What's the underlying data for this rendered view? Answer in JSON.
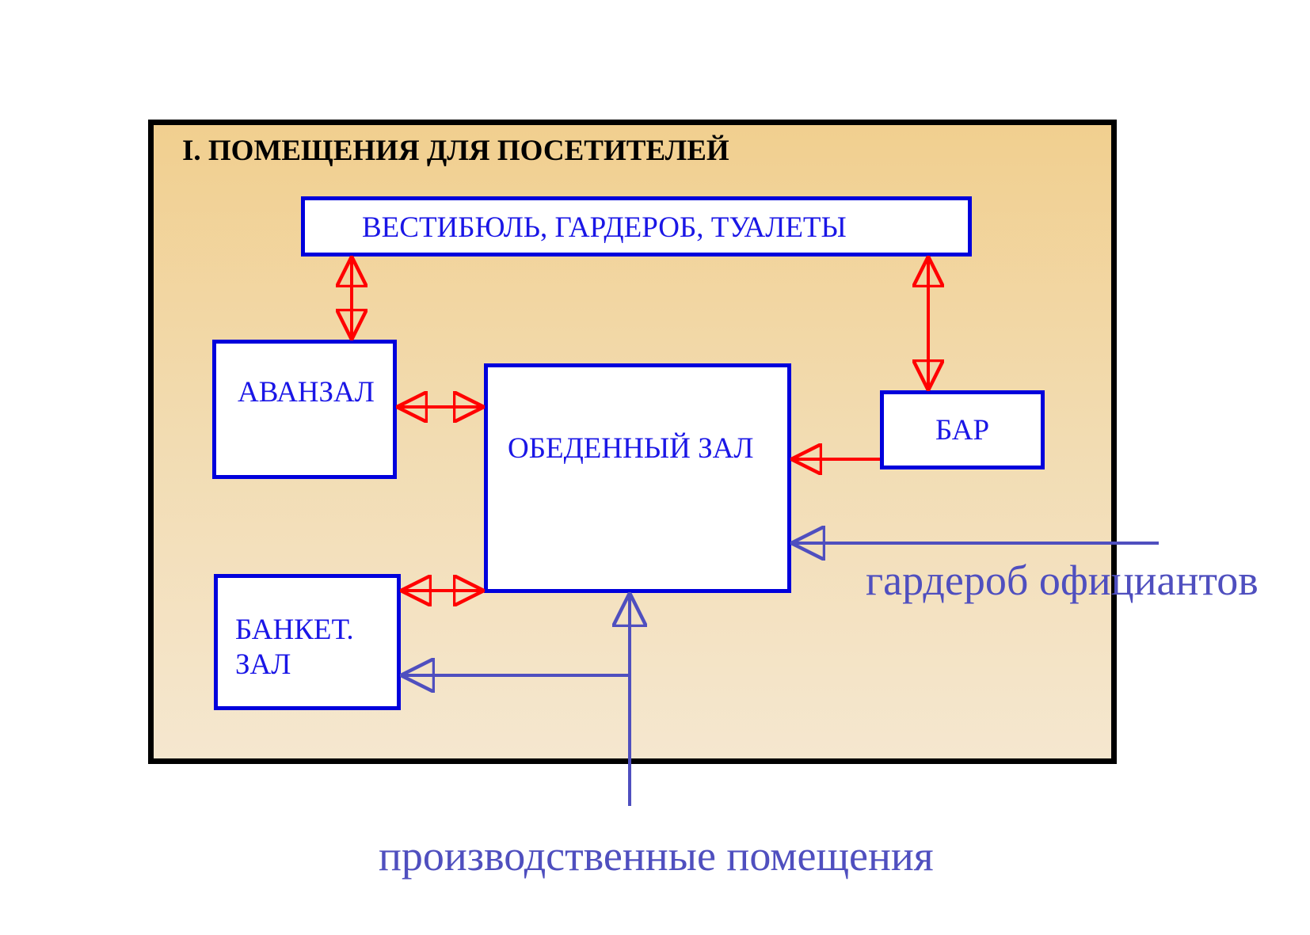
{
  "section_title": "I. ПОМЕЩЕНИЯ ДЛЯ ПОСЕТИТЕЛЕЙ",
  "rooms": {
    "lobby": "ВЕСТИБЮЛЬ, ГАРДЕРОБ, ТУАЛЕТЫ",
    "anteroom": "АВАНЗАЛ",
    "dining_hall": "ОБЕДЕННЫЙ ЗАЛ",
    "bar": "БАР",
    "banquet_hall": "БАНКЕТ.\nЗАЛ"
  },
  "external": {
    "waiters_wardrobe": "гардероб официантов",
    "production_rooms": "производственные помещения"
  },
  "colors": {
    "room_border": "#0000dc",
    "room_text": "#1a16e6",
    "visitor_flow": "#ff0000",
    "staff_flow": "#4f4fbf",
    "frame_border": "#000000"
  }
}
